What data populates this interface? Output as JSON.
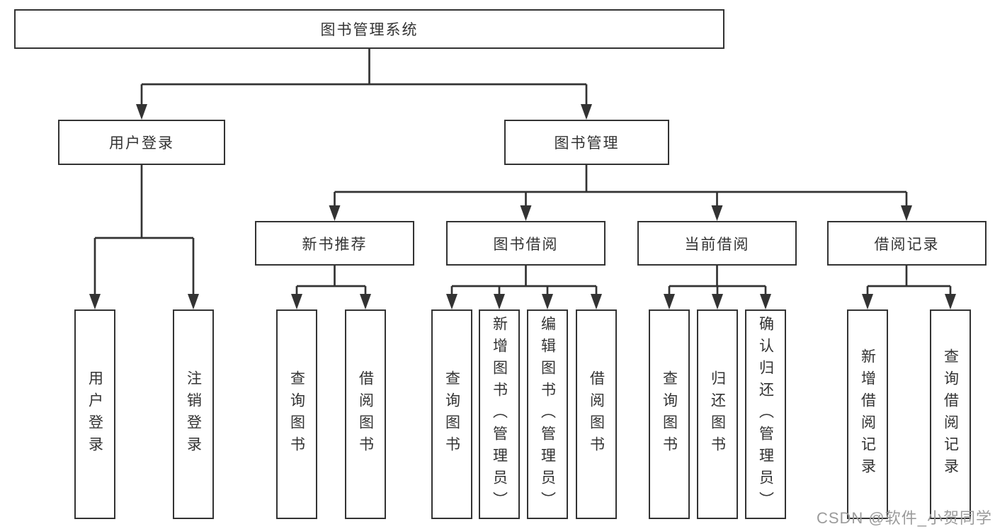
{
  "diagram": {
    "root": {
      "label": "图书管理系统"
    },
    "level2": [
      {
        "label": "用户登录",
        "children": [
          "用户登录",
          "注销登录"
        ]
      },
      {
        "label": "图书管理"
      }
    ],
    "level3": [
      {
        "label": "新书推荐",
        "children": [
          "查询图书",
          "借阅图书"
        ]
      },
      {
        "label": "图书借阅",
        "children": [
          "查询图书",
          "新增图书（管理员）",
          "编辑图书（管理员）",
          "借阅图书"
        ]
      },
      {
        "label": "当前借阅",
        "children": [
          "查询图书",
          "归还图书",
          "确认归还（管理员）"
        ]
      },
      {
        "label": "借阅记录",
        "children": [
          "新增借阅记录",
          "查询借阅记录"
        ]
      }
    ]
  },
  "watermark": {
    "text": "CSDN @软件_小贺同学"
  },
  "colors": {
    "line": "#333333",
    "box_border": "#333333",
    "box_background": "#ffffff",
    "text": "#333333",
    "watermark_text": "#9b9b9b",
    "page_background": "#ffffff"
  }
}
